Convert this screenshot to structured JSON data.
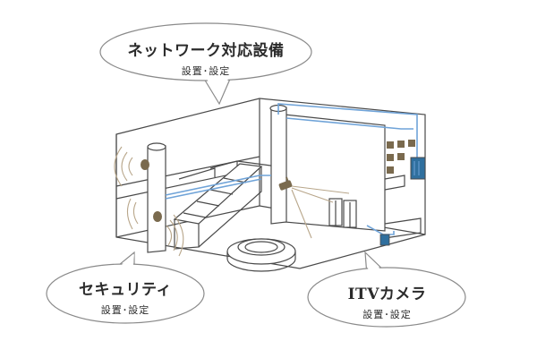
{
  "callouts": {
    "network": {
      "title": "ネットワーク対応設備",
      "subtitle": "設置･設定"
    },
    "security": {
      "title": "セキュリティ",
      "subtitle": "設置･設定"
    },
    "itv": {
      "title": "ITVカメラ",
      "subtitle": "設置･設定"
    }
  },
  "colors": {
    "line": "#4a4a4a",
    "cable": "#6fa3d8",
    "bubble_stroke": "#8a8a8a",
    "rack": "#2f6f9e",
    "equipment": "#7a6a4e",
    "signal": "#b8a68a"
  }
}
